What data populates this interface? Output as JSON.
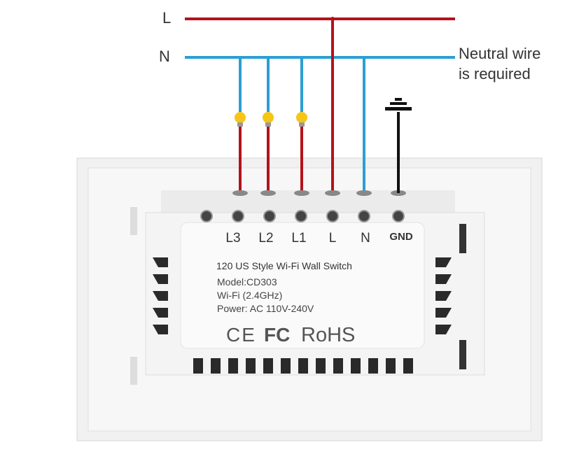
{
  "wires": {
    "line_label": "L",
    "neutral_label": "N",
    "note_line1": "Neutral wire",
    "note_line2": "is required",
    "colors": {
      "live": "#b5121b",
      "neutral": "#2b9fd2",
      "ground": "#111111",
      "bulb": "#f5c518"
    }
  },
  "terminals": [
    "L3",
    "L2",
    "L1",
    "L",
    "N",
    "GND"
  ],
  "label": {
    "title": "120 US Style Wi-Fi Wall Switch",
    "model": "Model:CD303",
    "wifi": "Wi-Fi (2.4GHz)",
    "power": "Power: AC 110V-240V",
    "cert_ce": "CE",
    "cert_fc": "FC",
    "cert_rohs": "RoHS"
  }
}
